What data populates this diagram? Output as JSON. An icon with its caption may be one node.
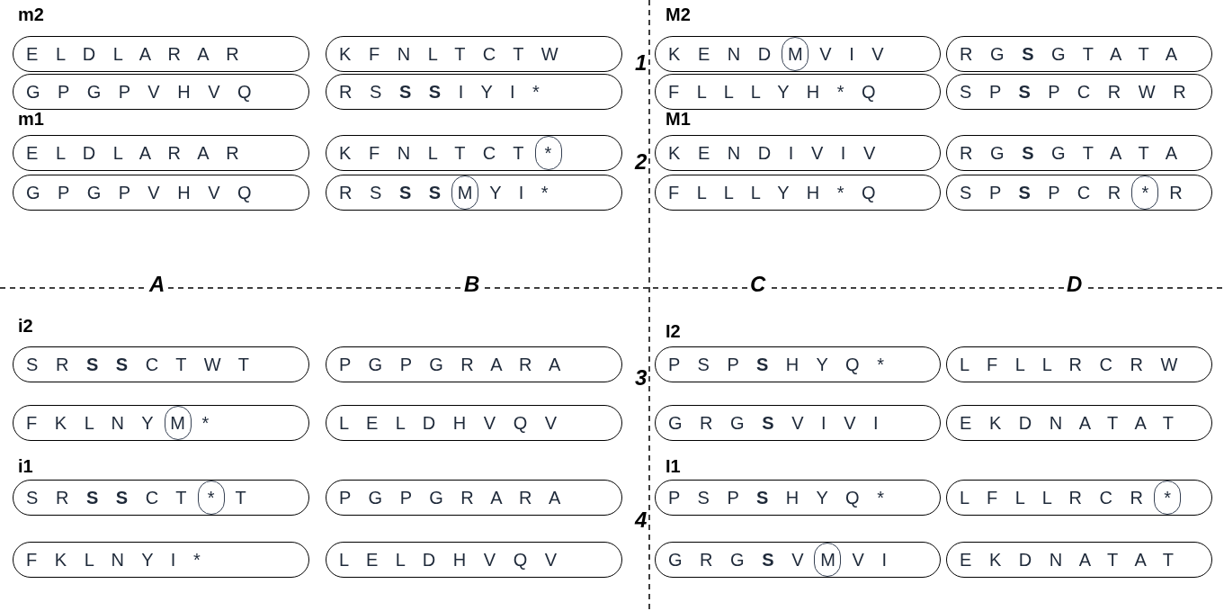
{
  "diagram": {
    "nodes": [
      {
        "text": [
          "E L D L A R A R"
        ]
      },
      {
        "text": [
          "K F N L T C T W"
        ]
      },
      {
        "text": [
          "K E N D",
          "V I V"
        ]
      },
      {
        "text": [
          "M"
        ],
        "in": 2
      },
      {
        "text": [
          "R G **S** G T A T A"
        ]
      },
      {
        "text": [
          "G P G P V H V Q"
        ]
      },
      {
        "text": [
          "R S **S** **S** I Y I *"
        ]
      },
      {
        "text": [
          "F L L L Y H * Q"
        ]
      },
      {
        "text": [
          "S P **S** P C R W R"
        ]
      },
      {
        "text": [
          "E L D L A R A R"
        ]
      },
      {
        "text": [
          "K F N L T C T"
        ]
      },
      {
        "text": [
          "*"
        ],
        "in": 10
      },
      {
        "text": [
          "K E N D I V I V"
        ]
      },
      {
        "text": [
          "R G **S** G T A T A"
        ]
      },
      {
        "text": [
          "G P G P V H V Q"
        ]
      },
      {
        "text": [
          "R S **S** **S**",
          "Y I *"
        ]
      },
      {
        "text": [
          "M"
        ],
        "in": 15
      },
      {
        "text": [
          "F L L L Y H * Q"
        ]
      },
      {
        "text": [
          "S P **S** P C R",
          "R"
        ]
      },
      {
        "text": [
          "*"
        ],
        "in": 18
      },
      {
        "text": [
          "S R **S** **S** C T W T"
        ]
      },
      {
        "text": [
          "P G P G R A R A"
        ]
      },
      {
        "text": [
          "P S P **S** H Y Q *"
        ]
      },
      {
        "text": [
          "L F L L R C R W"
        ]
      },
      {
        "text": [
          "F K L N Y",
          "*"
        ]
      },
      {
        "text": [
          "M"
        ],
        "in": 24
      },
      {
        "text": [
          "L E L D H V Q V"
        ]
      },
      {
        "text": [
          "G R G **S** V I V I"
        ]
      },
      {
        "text": [
          "E K D N A T A T"
        ]
      },
      {
        "text": [
          "S R **S** **S** C T",
          "T"
        ]
      },
      {
        "text": [
          "*"
        ],
        "in": 29
      },
      {
        "text": [
          "P G P G R A R A"
        ]
      },
      {
        "text": [
          "P S P **S** H Y Q *"
        ]
      },
      {
        "text": [
          "L F L L R C R"
        ]
      },
      {
        "text": [
          "*"
        ],
        "in": 33
      },
      {
        "text": [
          "F K L N Y I *"
        ]
      },
      {
        "text": [
          "L E L D H V Q V"
        ]
      },
      {
        "text": [
          "G R G **S** V",
          "V I"
        ]
      },
      {
        "text": [
          "M"
        ],
        "in": 37
      },
      {
        "text": [
          "E K D N A T A T"
        ]
      }
    ],
    "labels": [
      "m2",
      "M2",
      "1",
      "m1",
      "M1",
      "2",
      "A",
      "B",
      "C",
      "D",
      "i2",
      "I2",
      "3",
      "i1",
      "I1",
      "4"
    ]
  }
}
